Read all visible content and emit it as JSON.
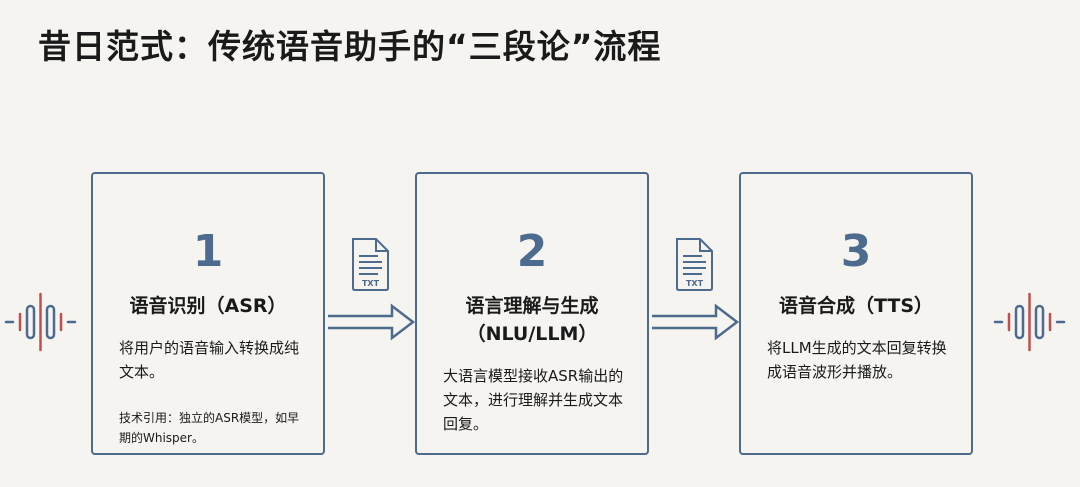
{
  "title": "昔日范式：传统语音助手的“三段论”流程",
  "steps": [
    {
      "number": "1",
      "heading": "语音识别（ASR）",
      "description": "将用户的语音输入转换成纯文本。",
      "reference": "技术引用：独立的ASR模型，如早期的Whisper。"
    },
    {
      "number": "2",
      "heading_line1": "语言理解与生成",
      "heading_line2": "（NLU/LLM）",
      "description": "大语言模型接收ASR输出的文本，进行理解并生成文本回复。"
    },
    {
      "number": "3",
      "heading": "语音合成（TTS）",
      "description": "将LLM生成的文本回复转换成语音波形并播放。"
    }
  ],
  "connector_label": "TXT",
  "colors": {
    "primary": "#4d6a8f",
    "accent": "#c0504d",
    "background": "#f5f4f0"
  }
}
